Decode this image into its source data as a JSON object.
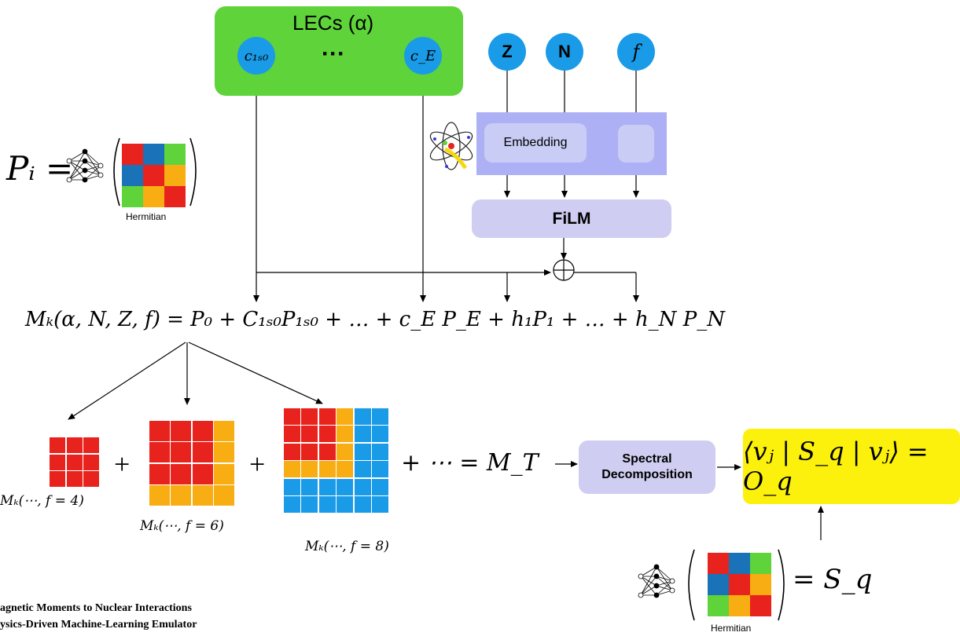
{
  "lec": {
    "title": "LECs (α)",
    "c1s0": "c₁ₛ₀",
    "dots": "···",
    "ce": "c_E"
  },
  "inputs": {
    "z": "Z",
    "n": "N",
    "f": "f"
  },
  "embedding": {
    "label": "Embedding"
  },
  "film": {
    "label": "FiLM"
  },
  "p_def": {
    "lhs": "Pᵢ =",
    "matrix_label": "Hermitian"
  },
  "formula": "Mₖ(α, N, Z, f) = P₀ + C₁ₛ₀P₁ₛ₀ + … + c_E P_E + h₁P₁ + … + h_N P_N",
  "sum_row": {
    "plus": "+",
    "tail": "+   ⋯   = M_T"
  },
  "captions": {
    "f4": "Mₖ(⋯, f = 4)",
    "f6": "Mₖ(⋯, f = 6)",
    "f8": "Mₖ(⋯, f = 8)"
  },
  "spectral": {
    "label": "Spectral Decomposition"
  },
  "observable": {
    "text": "⟨vⱼ | S_q | vⱼ⟩ = O_q"
  },
  "s_def": {
    "rhs": "= S_q",
    "matrix_label": "Hermitian"
  },
  "footer": {
    "line1": "agnetic Moments to Nuclear Interactions",
    "line2": "ysics-Driven Machine-Learning Emulator"
  },
  "colors": {
    "red": "#e8231d",
    "orange": "#f8ad12",
    "blue": "#1a9be8",
    "green": "#5fd33a",
    "lec_green": "#5fd33a",
    "purple": "#aeb0f6",
    "lavender": "#cfcdf1",
    "yellow": "#fcf10c",
    "matrix_blue": "#1a72b8"
  }
}
